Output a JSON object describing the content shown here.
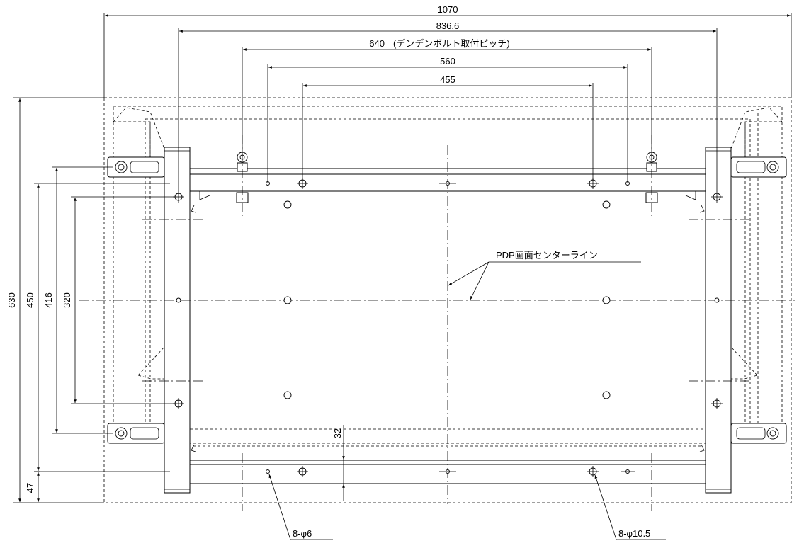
{
  "drawing": {
    "dimensions": {
      "width_outer": "1070",
      "width_bracket_holes": "836.6",
      "width_eyebolt": "640",
      "eyebolt_note": "(デンデンボルト取付ピッチ)",
      "width_560": "560",
      "width_455": "455",
      "height_outer": "630",
      "height_450": "450",
      "height_416": "416",
      "height_320": "320",
      "bottom_offset": "47",
      "edge_32": "32"
    },
    "annotations": {
      "center_line": "PDP画面センターライン",
      "holes_small": "8-φ6",
      "holes_large": "8-φ10.5"
    }
  }
}
